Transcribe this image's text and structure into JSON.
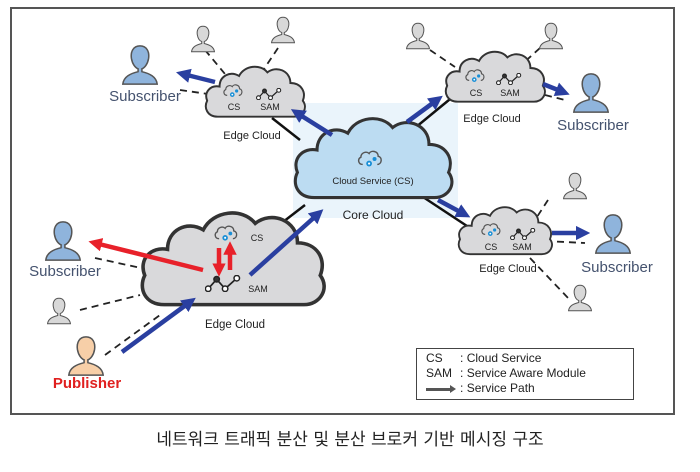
{
  "diagram": {
    "title_caption": "네트워크 트래픽 분산 및 분산 브로커 기반 메시징 구조",
    "colors": {
      "edge_cloud_fill": "#d9d9db",
      "core_cloud_fill": "#bcdcf2",
      "service_path": "#2a3fa0",
      "publisher_path": "#e8212a",
      "subscriber_icon": "#8fb4dc",
      "publisher_icon": "#f7cfa8",
      "idle_user_icon": "#d8d8d8",
      "publisher_label": "#e0201f",
      "subscriber_label": "#44526e"
    },
    "core_cloud": {
      "label": "Core Cloud",
      "inner_label": "Cloud Service (CS)",
      "icon": "cloud-gear-icon"
    },
    "edge_clouds": [
      {
        "id": "edge-top-left",
        "label": "Edge Cloud",
        "cs_label": "CS",
        "sam_label": "SAM"
      },
      {
        "id": "edge-top-right",
        "label": "Edge Cloud",
        "cs_label": "CS",
        "sam_label": "SAM"
      },
      {
        "id": "edge-right",
        "label": "Edge Cloud",
        "cs_label": "CS",
        "sam_label": "SAM"
      },
      {
        "id": "edge-bottom-left",
        "label": "Edge Cloud",
        "cs_label": "CS",
        "sam_label": "SAM"
      }
    ],
    "actors": {
      "subscriber_label": "Subscriber",
      "publisher_label": "Publisher",
      "subscribers": [
        {
          "id": "sub-top-left",
          "label": "Subscriber"
        },
        {
          "id": "sub-top-right",
          "label": "Subscriber"
        },
        {
          "id": "sub-right",
          "label": "Subscriber"
        },
        {
          "id": "sub-left",
          "label": "Subscriber"
        }
      ],
      "publisher": {
        "id": "pub",
        "label": "Publisher"
      },
      "idle_users_count": 7
    },
    "legend": {
      "items": [
        {
          "key": "CS",
          "sep": ":",
          "value": "Cloud Service"
        },
        {
          "key": "SAM",
          "sep": ":",
          "value": "Service Aware Module"
        },
        {
          "key": "arrow",
          "sep": ":",
          "value": "Service Path"
        }
      ]
    }
  }
}
